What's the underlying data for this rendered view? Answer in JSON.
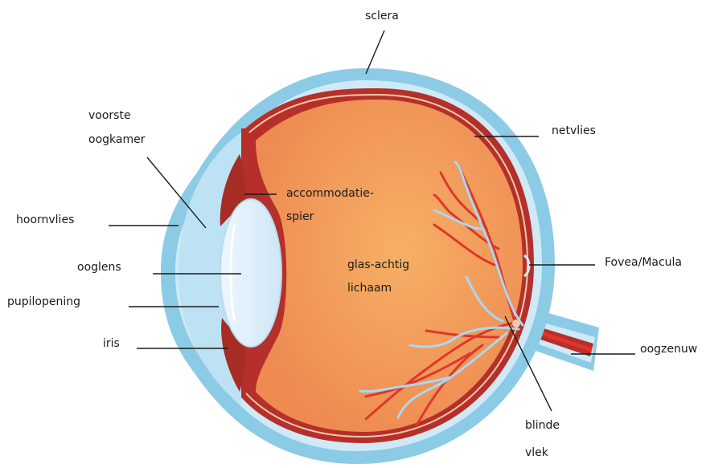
{
  "labels": {
    "sclera": "sclera",
    "netvlies": "netvlies",
    "voorste_1": "voorste",
    "voorste_2": "oogkamer",
    "accommodatie_1": "accommodatie-",
    "accommodatie_2": "spier",
    "hoornvlies": "hoornvlies",
    "ooglens": "ooglens",
    "glas_1": "glas-achtig",
    "glas_2": "lichaam",
    "fovea": "Fovea/Macula",
    "pupilopening": "pupilopening",
    "iris": "iris",
    "oogzenuw": "oogzenuw",
    "blinde_1": "blinde",
    "blinde_2": "vlek"
  },
  "colors": {
    "sclera": "#8ccbe6",
    "sclera_inner": "#cfeaf6",
    "retina": "#b5302a",
    "vitreous_center": "#f6b066",
    "vitreous_edge": "#ee8a52",
    "lens": "#dcefff",
    "iris": "#a62d24",
    "vessel_red": "#e0362a",
    "vessel_blue": "#a9d8f2"
  }
}
